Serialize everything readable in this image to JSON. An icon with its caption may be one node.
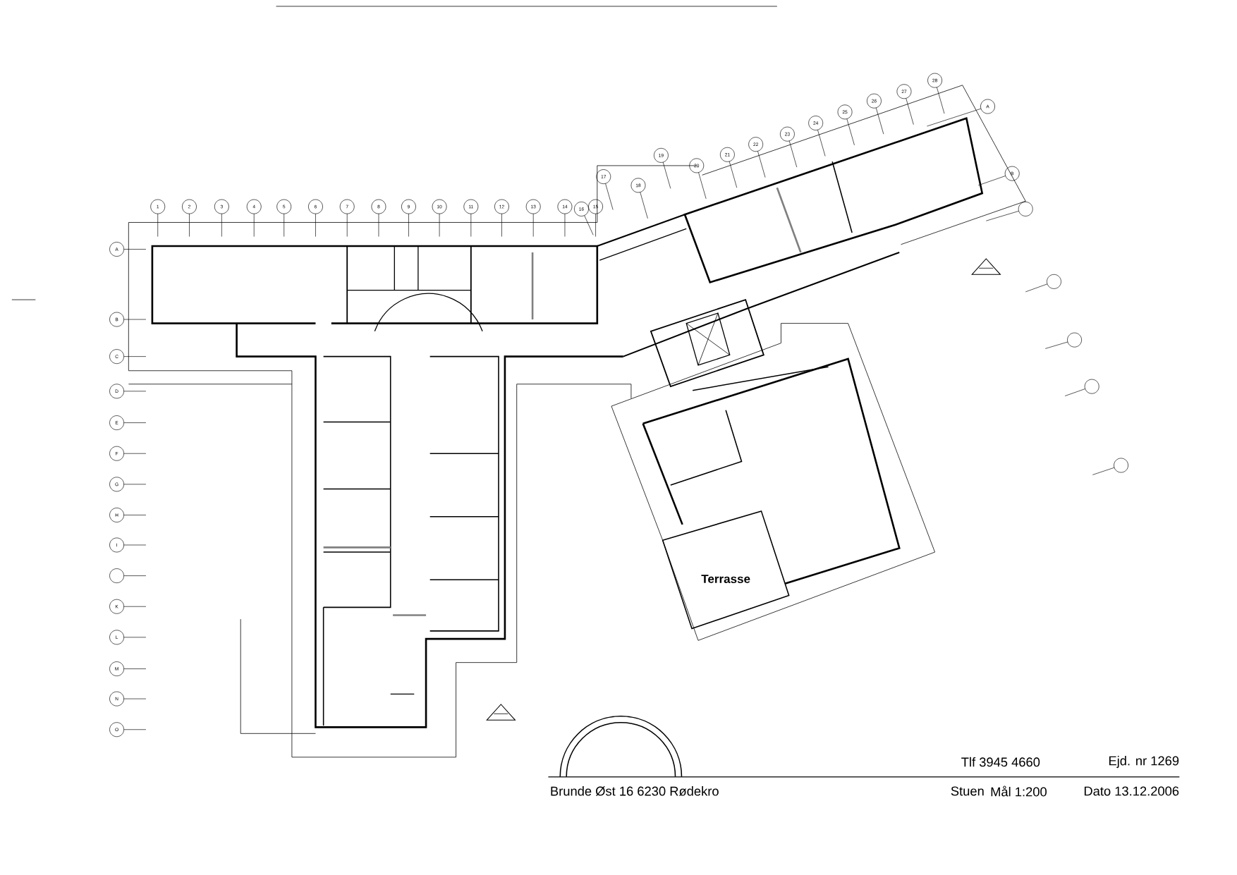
{
  "diagram": {
    "nodes": [
      {
        "text": [
          "Terrasse"
        ]
      }
    ],
    "labels": [
      "1",
      "2",
      "3",
      "4",
      "5",
      "6",
      "7",
      "8",
      "9",
      "10",
      "11",
      "12",
      "13",
      "14",
      "15",
      "16",
      "17",
      "18",
      "19",
      "20",
      "21",
      "22",
      "23",
      "24",
      "25",
      "26",
      "27",
      "28",
      "A",
      "B",
      "A",
      "B",
      "C",
      "D",
      "E",
      "F",
      "G",
      "H",
      "I",
      "K",
      "L",
      "M",
      "N",
      "O",
      "Tlf 3945 4660",
      "Ejd. nr 1269",
      "Brunde Øst 16 6230 Rødekro",
      "Stuen",
      "Mål 1:200",
      "Dato 13.12.2006"
    ]
  }
}
